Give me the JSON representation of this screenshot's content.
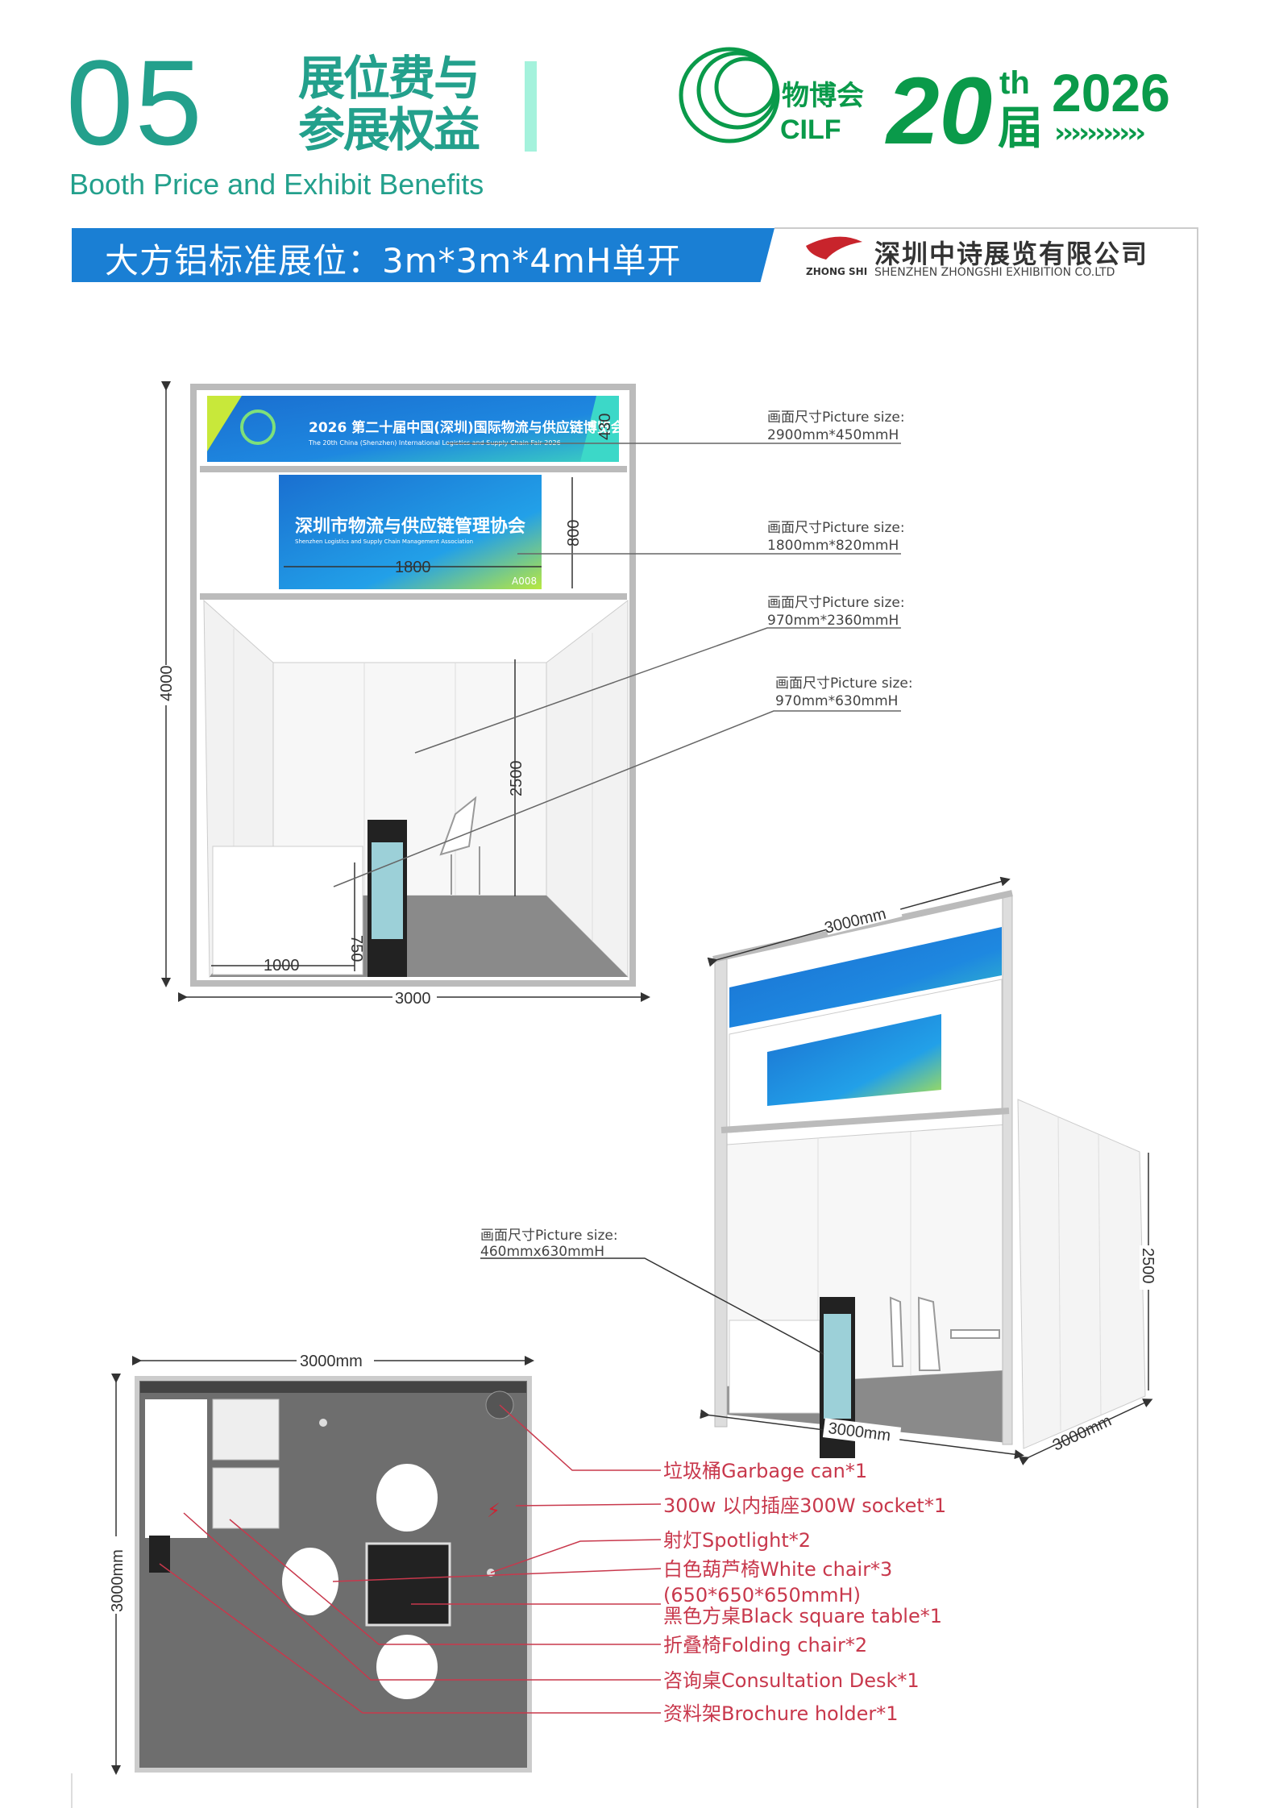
{
  "header": {
    "section_number": "05",
    "title_line1": "展位费与",
    "title_line2": "参展权益",
    "subtitle": "Booth Price and Exhibit Benefits"
  },
  "logo": {
    "name_cn": "物博会",
    "name_en": "CILF",
    "edition_num": "20",
    "edition_suffix": "th",
    "edition_cn": "届",
    "year": "2026",
    "chevrons": "›››››››››››"
  },
  "band": {
    "title": "大方铝标准展位：3m*3m*4mH单开",
    "company_cn": "深圳中诗展览有限公司",
    "company_en": "SHENZHEN ZHONGSHI EXHIBITION CO.LTD",
    "company_mark": "ZHONG SHI"
  },
  "front_view": {
    "top_banner_cn": "2026 第二十届中国(深圳)国际物流与供应链博览会",
    "top_banner_en": "The 20th China (Shenzhen) International Logistics and Supply Chain Fair 2026",
    "fascia_cn": "深圳市物流与供应链管理协会",
    "fascia_en": "Shenzhen Logistics and Supply Chain Management Association",
    "booth_no": "A008",
    "dims": {
      "height": "4000",
      "width": "3000",
      "banner_h": "430",
      "fascia_h": "800",
      "fascia_w": "1800",
      "wall_h": "2500",
      "desk_w": "1000",
      "desk_h": "750"
    },
    "callouts": [
      {
        "label": "画面尺寸Picture size:",
        "size": "2900mm*450mmH"
      },
      {
        "label": "画面尺寸Picture size:",
        "size": "1800mm*820mmH"
      },
      {
        "label": "画面尺寸Picture size:",
        "size": "970mm*2360mmH"
      },
      {
        "label": "画面尺寸Picture size:",
        "size": "970mm*630mmH"
      }
    ]
  },
  "perspective_view": {
    "dims": {
      "top_width": "3000mm",
      "front_width": "3000mm",
      "depth": "3000mm",
      "wall_h": "2500"
    },
    "callout": {
      "label": "画面尺寸Picture size:",
      "size": "460mmx630mmH"
    }
  },
  "floor_plan": {
    "width": "3000mm",
    "depth": "3000mm",
    "legend": [
      "垃圾桶Garbage can*1",
      "300w 以内插座300W socket*1",
      "射灯Spotlight*2",
      "白色葫芦椅White chair*3",
      "(650*650*650mmH)",
      "黑色方桌Black square table*1",
      "折叠椅Folding chair*2",
      "咨询桌Consultation Desk*1",
      "资料架Brochure holder*1"
    ],
    "legend_color": "#c8384c"
  },
  "colors": {
    "accent": "#23a08c",
    "logo_green": "#0a9a4a",
    "band_blue": "#1a7fd4"
  }
}
